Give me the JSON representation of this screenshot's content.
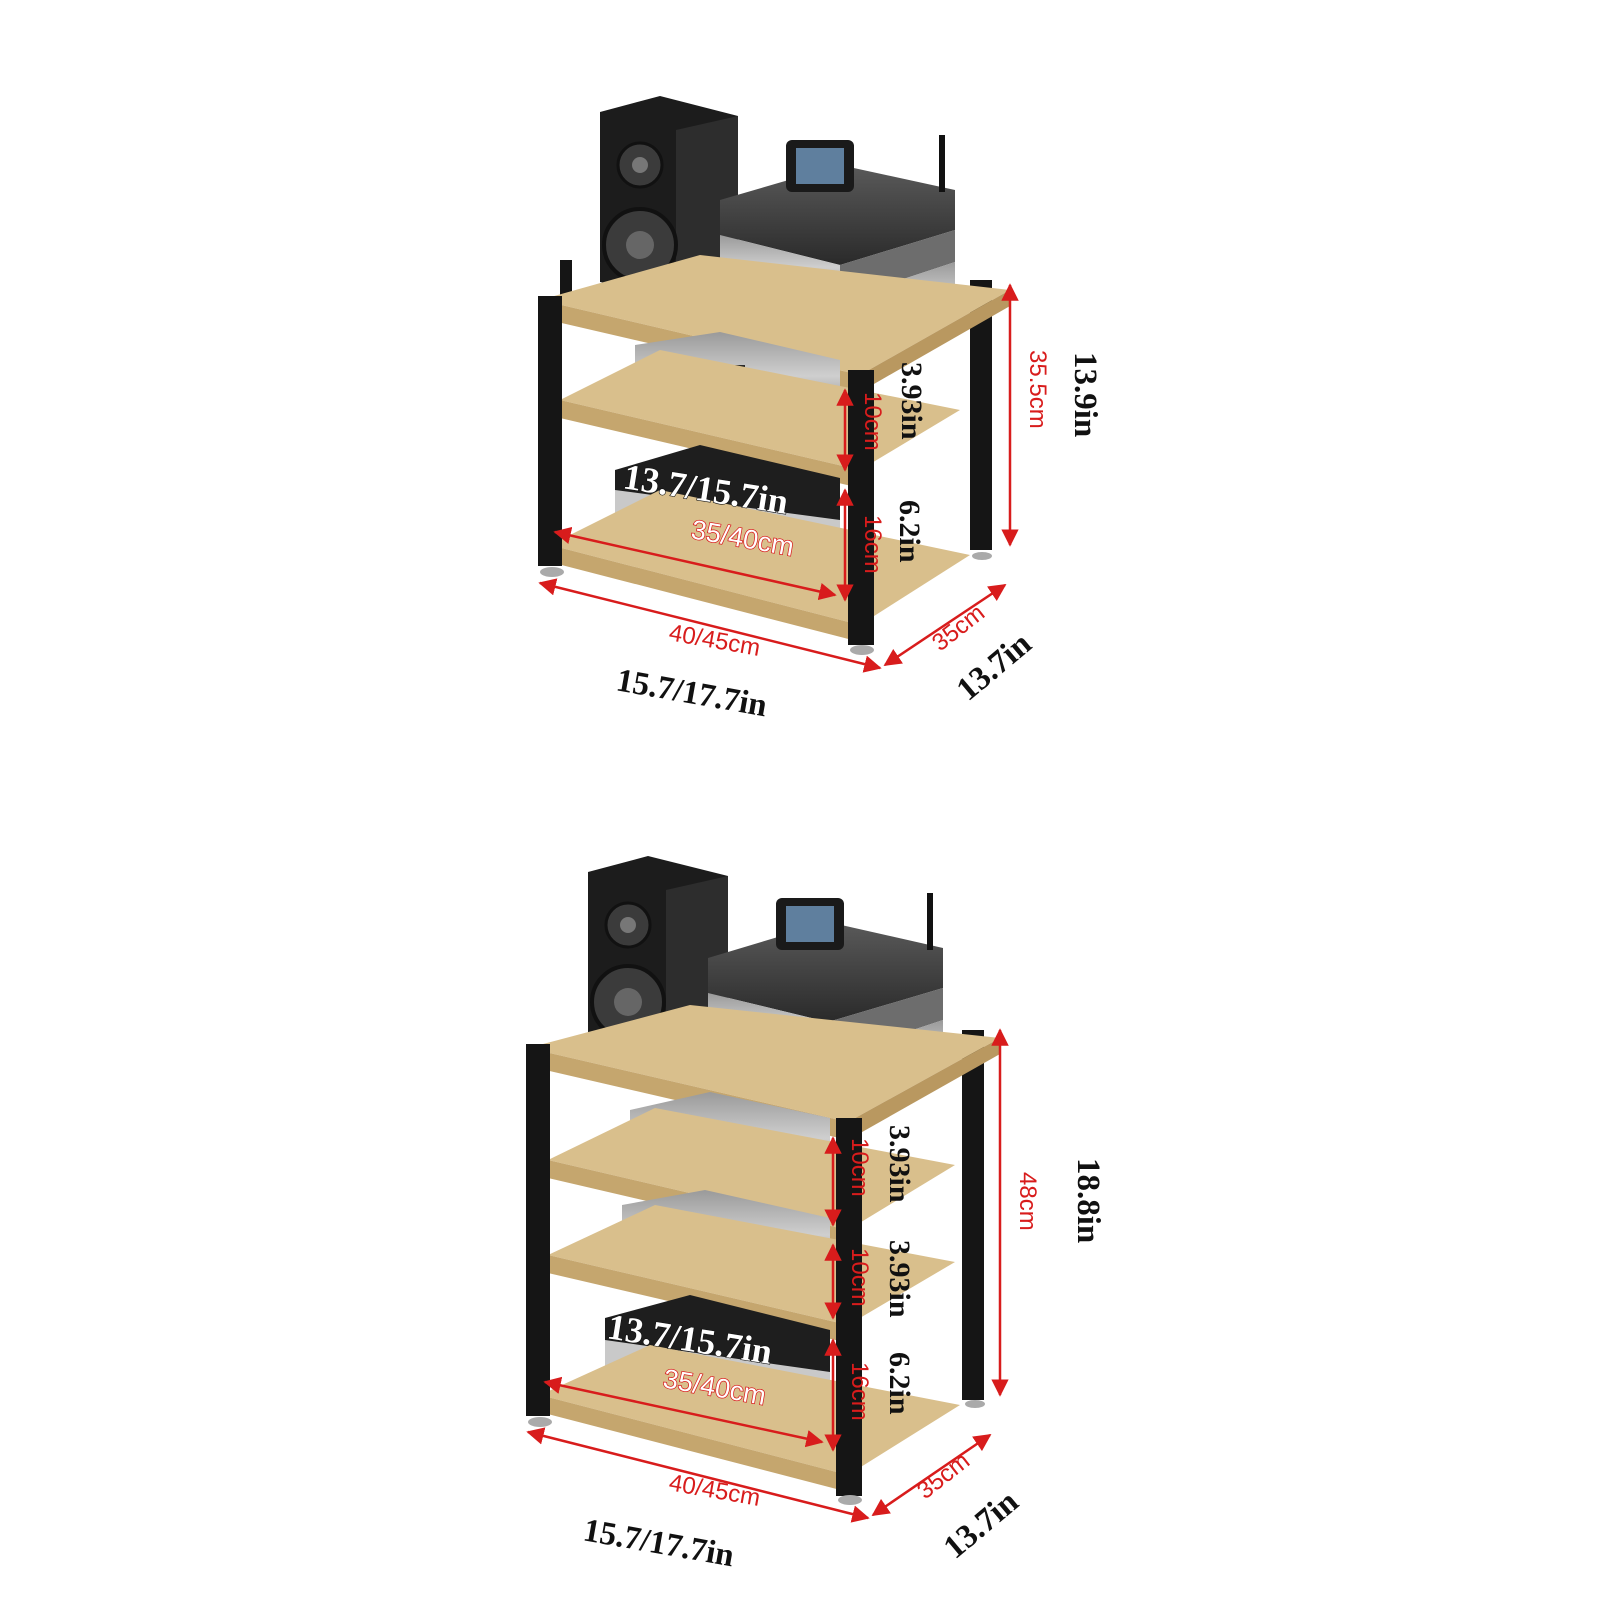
{
  "colors": {
    "wood": "#d9bf8c",
    "wood_edge": "#c5a66e",
    "frame": "#151515",
    "dimension": "#d81c1c",
    "label": "#111111"
  },
  "rack_3_tier": {
    "total_height_cm": "35.5cm",
    "total_height_in": "13.9in",
    "shelf_gap_top_cm": "10cm",
    "shelf_gap_top_in": "3.93in",
    "shelf_gap_bottom_cm": "16cm",
    "shelf_gap_bottom_in": "6.2in",
    "inner_width_in": "13.7/15.7in",
    "inner_width_cm": "35/40cm",
    "width_cm": "40/45cm",
    "width_in": "15.7/17.7in",
    "depth_cm": "35cm",
    "depth_in": "13.7in"
  },
  "rack_4_tier": {
    "total_height_cm": "48cm",
    "total_height_in": "18.8in",
    "shelf_gap_1_cm": "10cm",
    "shelf_gap_1_in": "3.93in",
    "shelf_gap_2_cm": "10cm",
    "shelf_gap_2_in": "3.93in",
    "shelf_gap_bottom_cm": "16cm",
    "shelf_gap_bottom_in": "6.2in",
    "inner_width_in": "13.7/15.7in",
    "inner_width_cm": "35/40cm",
    "width_cm": "40/45cm",
    "width_in": "15.7/17.7in",
    "depth_cm": "35cm",
    "depth_in": "13.7in"
  }
}
